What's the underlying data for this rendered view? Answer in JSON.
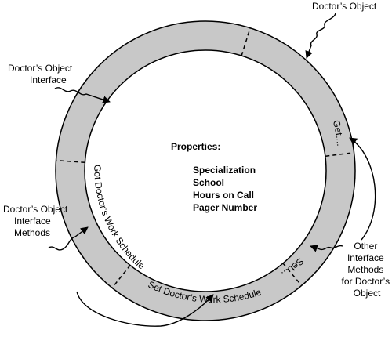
{
  "colors": {
    "ring_fill": "#c8c8c8",
    "ring_stroke": "#000000",
    "background": "#ffffff"
  },
  "labels": {
    "doctors_object": "Doctor’s Object",
    "object_interface_line1": "Doctor’s Object",
    "object_interface_line2": "Interface",
    "interface_methods_line1": "Doctor’s Object",
    "interface_methods_line2": "Interface",
    "interface_methods_line3": "Methods",
    "other_methods_line1": "Other",
    "other_methods_line2": "Interface",
    "other_methods_line3": "Methods",
    "other_methods_line4": "for Doctor’s",
    "other_methods_line5": "Object"
  },
  "ring": {
    "get_method": "Get....",
    "set_method": "Set....",
    "got_schedule": "Got Doctor’s Work Schedule",
    "set_schedule": "Set Doctor’s Work Schedule"
  },
  "properties": {
    "heading": "Properties:",
    "items": [
      "Specialization",
      "School",
      "Hours on Call",
      "Pager Number"
    ]
  }
}
